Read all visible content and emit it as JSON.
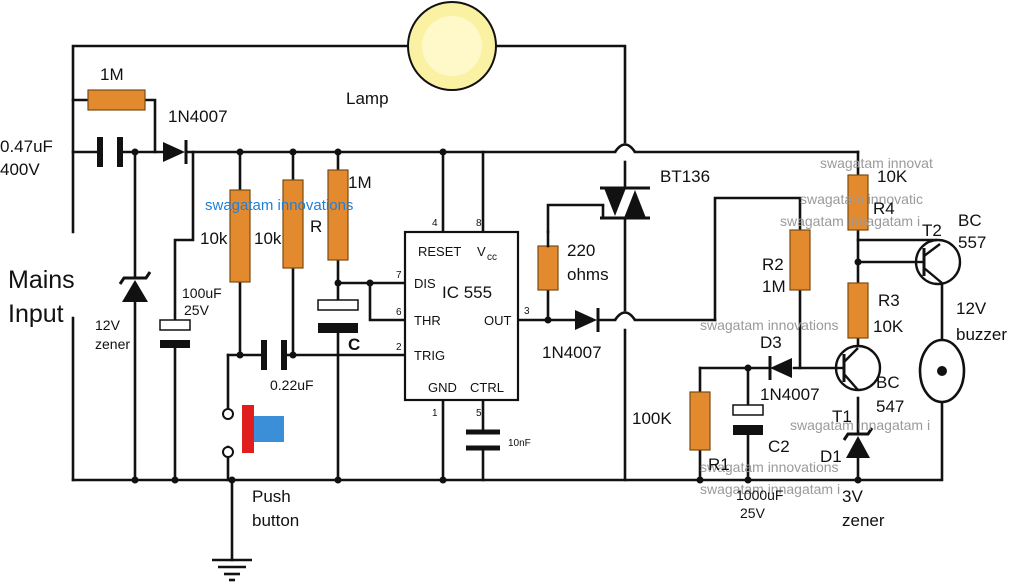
{
  "labels": {
    "r_top": "1M",
    "cap_in_value": "0.47uF",
    "cap_in_voltage": "400V",
    "diode_in": "1N4007",
    "lamp": "Lamp",
    "mains_line1": "Mains",
    "mains_line2": "Input",
    "zener_in_value": "12V",
    "zener_in_type": "zener",
    "cap_filter_value": "100uF",
    "cap_filter_voltage": "25V",
    "res_a": "10k",
    "res_b": "10k",
    "res_r": "R",
    "res_1m": "1M",
    "cap_c": "C",
    "cap_trig": "0.22uF",
    "push_line1": "Push",
    "push_line2": "button",
    "ic_name": "IC 555",
    "pin_reset": "RESET",
    "pin_vcc": "V",
    "pin_vcc_sub": "cc",
    "pin_dis": "DIS",
    "pin_thr": "THR",
    "pin_trig": "TRIG",
    "pin_gnd": "GND",
    "pin_ctrl": "CTRL",
    "pin_out": "OUT",
    "pin_num_4": "4",
    "pin_num_8": "8",
    "pin_num_7": "7",
    "pin_num_6": "6",
    "pin_num_2": "2",
    "pin_num_1": "1",
    "pin_num_5": "5",
    "pin_num_3": "3",
    "cap_ctrl": "10nF",
    "triac": "BT136",
    "res_gate_value": "220",
    "res_gate_unit": "ohms",
    "diode_out": "1N4007",
    "r4_value": "10K",
    "r4_name": "R4",
    "t2_name": "T2",
    "t2_type_line1": "BC",
    "t2_type_line2": "557",
    "r2_name": "R2",
    "r2_value": "1M",
    "r3_name": "R3",
    "r3_value": "10K",
    "buzzer_line1": "12V",
    "buzzer_line2": "buzzer",
    "d3_name": "D3",
    "d3_type": "1N4007",
    "t1_type_line1": "BC",
    "t1_type_line2": "547",
    "t1_name": "T1",
    "r1_value": "100K",
    "r1_name": "R1",
    "c2_name": "C2",
    "c2_value": "1000uF",
    "c2_voltage": "25V",
    "d1_name": "D1",
    "zener_out_value": "3V",
    "zener_out_type": "zener"
  },
  "watermarks": {
    "blue": "swagatam innovations",
    "grey_1": "swagatam innovat",
    "grey_2": "swagatam innovatic",
    "grey_3": "swagatam innagatam i",
    "grey_4": "swagatam innagatam i",
    "grey_5": "swagatam innovations",
    "grey_6": "swagatam innovations",
    "grey_7": "swagatam innagatam i"
  },
  "colors": {
    "resistor": "#e48a2e",
    "lamp": "#fbf1a2",
    "switch_red": "#e01e1e",
    "switch_blue": "#3a8fd8",
    "wire": "#111111"
  }
}
